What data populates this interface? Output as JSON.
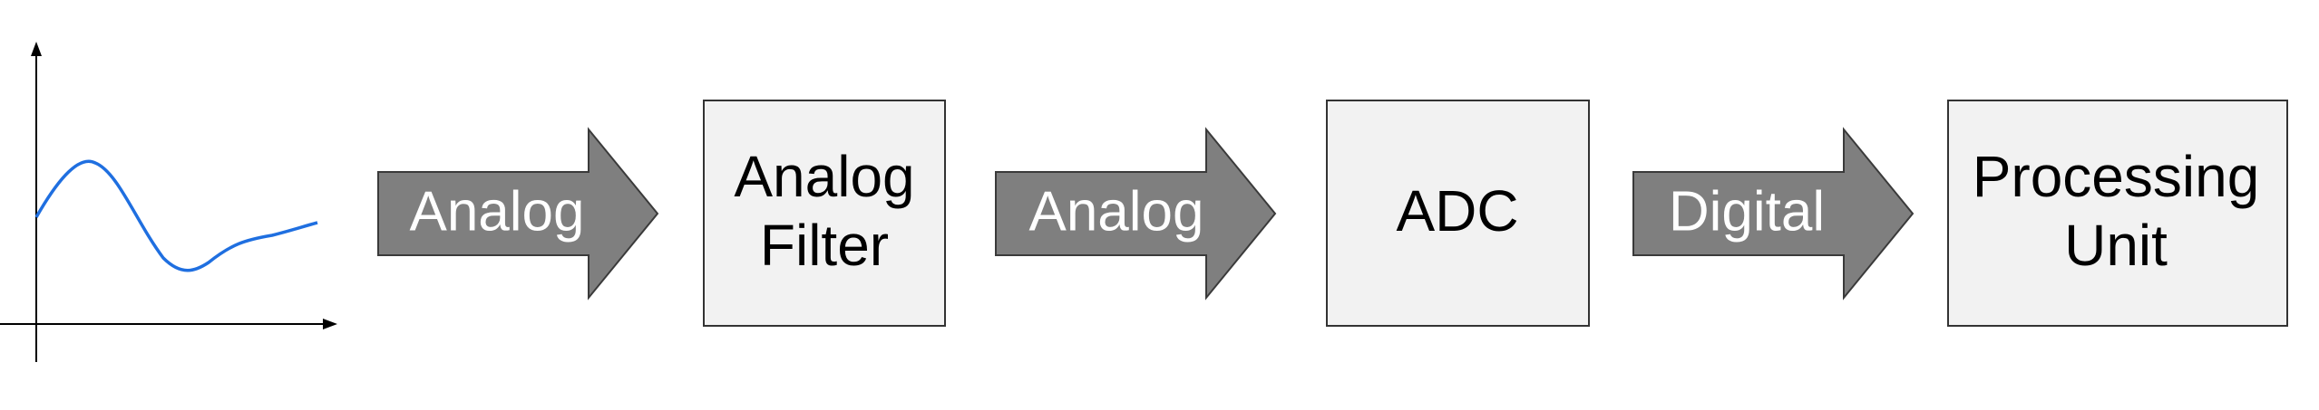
{
  "colors": {
    "signal": "#1f6fe0",
    "arrow_fill": "#7f7f7f",
    "box_fill": "#f2f2f2"
  },
  "arrows": [
    {
      "label": "Analog"
    },
    {
      "label": "Analog"
    },
    {
      "label": "Digital"
    }
  ],
  "boxes": [
    {
      "lines": [
        "Analog",
        "Filter"
      ]
    },
    {
      "lines": [
        "ADC"
      ]
    },
    {
      "lines": [
        "Processing",
        "Unit"
      ]
    }
  ]
}
